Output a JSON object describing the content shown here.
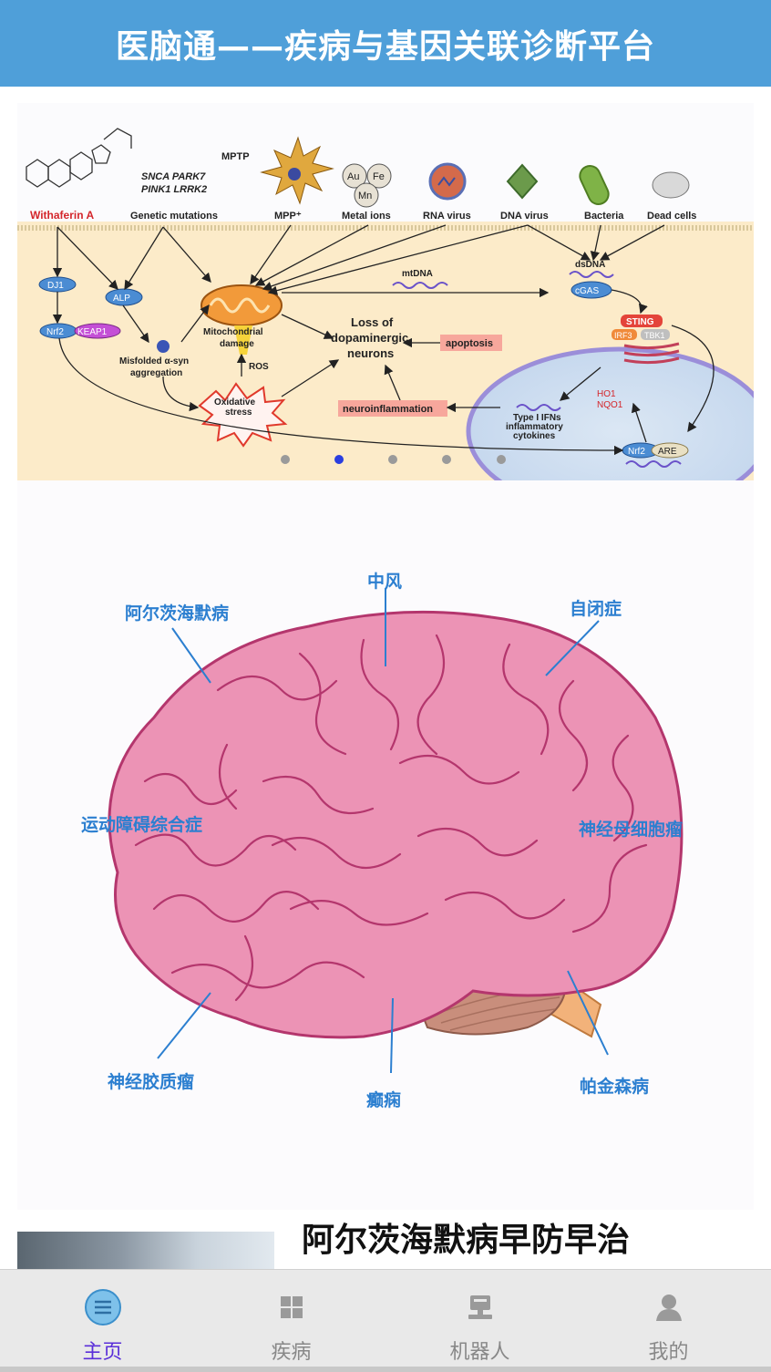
{
  "header": {
    "title": "医脑通——疾病与基因关联诊断平台"
  },
  "carousel": {
    "slides_total": 5,
    "active_index": 1,
    "diagram": {
      "withaferin": "Withaferin A",
      "genetic_genes_1": "SNCA  PARK7",
      "genetic_genes_2": "PINK1 LRRK2",
      "genetic": "Genetic mutations",
      "mptp": "MPTP",
      "mpp": "MPP⁺",
      "metal": "Metal ions",
      "metal_au": "Au",
      "metal_fe": "Fe",
      "metal_mn": "Mn",
      "rna": "RNA virus",
      "dna": "DNA virus",
      "bacteria": "Bacteria",
      "dead": "Dead cells",
      "mtdna": "mtDNA",
      "dsdna": "dsDNA",
      "cgas": "cGAS",
      "sting": "STING",
      "irf3": "IRF3",
      "tbk1": "TBK1",
      "dj1": "DJ1",
      "alp": "ALP",
      "nrf2": "Nrf2",
      "keap1": "KEAP1",
      "mito": "Mitochondrial",
      "mito2": "damage",
      "misfolded": "Misfolded α-syn",
      "misfolded2": "aggregation",
      "ros": "ROS",
      "oxidative": "Oxidative",
      "oxidative2": "stress",
      "loss1": "Loss of",
      "loss2": "dopaminergic",
      "loss3": "neurons",
      "apoptosis": "apoptosis",
      "neuroinflammation": "neuroinflammation",
      "ho1": "HO1",
      "nqo1": "NQO1",
      "ifn1": "Type I IFNs",
      "ifn2": "inflammatory",
      "ifn3": "cytokines",
      "nrf2b": "Nrf2",
      "are": "ARE"
    }
  },
  "brain": {
    "labels": {
      "alzheimer": "阿尔茨海默病",
      "stroke": "中风",
      "autism": "自闭症",
      "movement": "运动障碍综合症",
      "neuroblastoma": "神经母细胞瘤",
      "glioma": "神经胶质瘤",
      "epilepsy": "癫痫",
      "parkinson": "帕金森病"
    }
  },
  "news": {
    "title": "阿尔茨海默病早防早治"
  },
  "tabs": [
    {
      "label": "主页",
      "icon": "home-list-icon",
      "active": true
    },
    {
      "label": "疾病",
      "icon": "disease-grid-icon",
      "active": false
    },
    {
      "label": "机器人",
      "icon": "robot-icon",
      "active": false
    },
    {
      "label": "我的",
      "icon": "user-icon",
      "active": false
    }
  ],
  "colors": {
    "header": "#4f9fd9",
    "label": "#2c7fd0",
    "active_tab": "#5a2fd9",
    "brain_fill": "#ec93b5",
    "brain_stroke": "#b4366d"
  }
}
